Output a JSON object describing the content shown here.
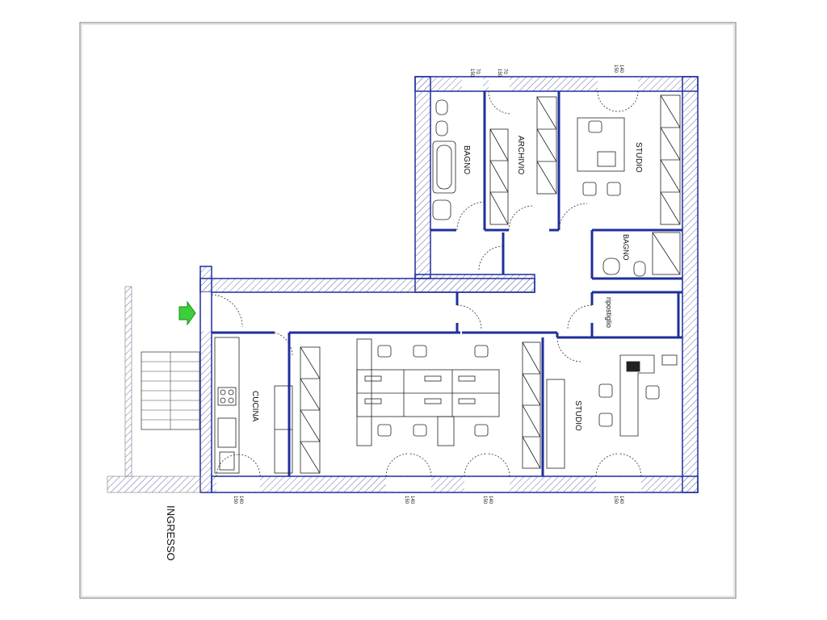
{
  "rooms": {
    "bagno_top": "BAGNO",
    "archivio": "ARCHIVIO",
    "studio_top": "STUDIO",
    "bagno_small": "BAGNO",
    "ripostiglio": "ripostiglio",
    "cucina": "CUCINA",
    "studio_bottom": "STUDIO"
  },
  "entrance_label": "INGRESSO",
  "dimensions": {
    "top_1_a": "70",
    "top_1_b": "150",
    "top_2_a": "70",
    "top_2_b": "150",
    "top_3_a": "140",
    "top_3_b": "150",
    "bot_1_a": "140",
    "bot_1_b": "150",
    "bot_2_a": "140",
    "bot_2_b": "150",
    "bot_3_a": "140",
    "bot_3_b": "150",
    "bot_4_a": "140",
    "bot_4_b": "150"
  },
  "colors": {
    "wall": "#1f2f9e",
    "hatch": "#6a6ea8",
    "furniture": "#222222",
    "entrance_arrow": "#3ccf3c"
  }
}
